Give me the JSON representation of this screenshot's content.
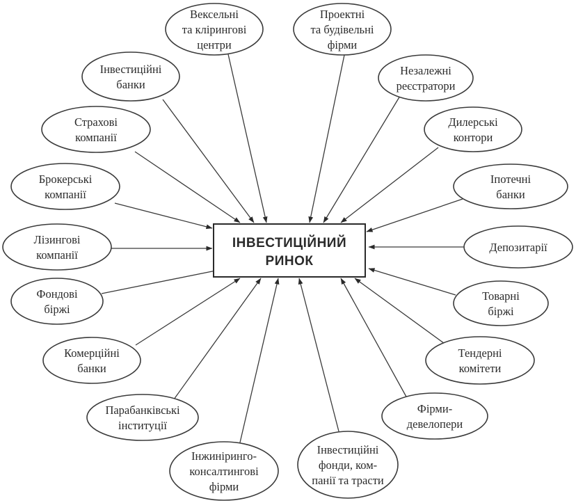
{
  "center": {
    "lines": [
      "ІНВЕСТИЦІЙНИЙ",
      "РИНОК"
    ]
  },
  "nodes": [
    {
      "id": "veksel",
      "lines": [
        "Вексельні",
        "та клірингові",
        "центри"
      ]
    },
    {
      "id": "proektni",
      "lines": [
        "Проектні",
        "та будівельні",
        "фірми"
      ]
    },
    {
      "id": "nezalezhni",
      "lines": [
        "Незалежні",
        "реєстратори"
      ]
    },
    {
      "id": "dilerski",
      "lines": [
        "Дилерські",
        "контори"
      ]
    },
    {
      "id": "ipotechni",
      "lines": [
        "Іпотечні",
        "банки"
      ]
    },
    {
      "id": "depozytarii",
      "lines": [
        "Депозитарії"
      ]
    },
    {
      "id": "tovarni",
      "lines": [
        "Товарні",
        "біржі"
      ]
    },
    {
      "id": "tenderni",
      "lines": [
        "Тендерні",
        "комітети"
      ]
    },
    {
      "id": "developery",
      "lines": [
        "Фірми-",
        "девелопери"
      ]
    },
    {
      "id": "fondy",
      "lines": [
        "Інвестиційні",
        "фонди, ком-",
        "панії та трасти"
      ]
    },
    {
      "id": "inzhyniryng",
      "lines": [
        "Інжиніринго-",
        "консалтингові",
        "фірми"
      ]
    },
    {
      "id": "parabank",
      "lines": [
        "Парабанківські",
        "інституції"
      ]
    },
    {
      "id": "komertsiini",
      "lines": [
        "Комерційні",
        "банки"
      ]
    },
    {
      "id": "fondovi",
      "lines": [
        "Фондові",
        "біржі"
      ]
    },
    {
      "id": "lizyngovi",
      "lines": [
        "Лізингові",
        "компанії"
      ]
    },
    {
      "id": "brokerski",
      "lines": [
        "Брокерські",
        "компанії"
      ]
    },
    {
      "id": "strakhovi",
      "lines": [
        "Страхові",
        "компанії"
      ]
    },
    {
      "id": "investbanky",
      "lines": [
        "Інвестиційні",
        "банки"
      ]
    }
  ]
}
